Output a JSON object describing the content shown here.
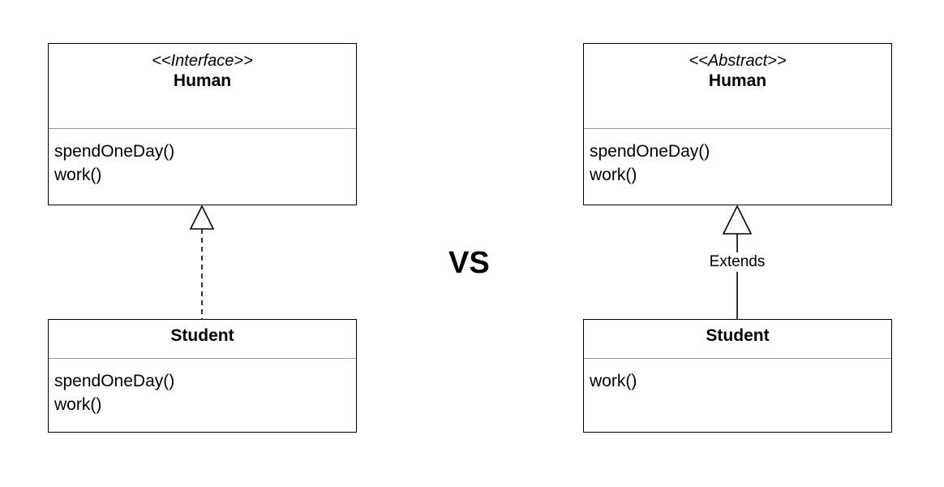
{
  "left": {
    "parent": {
      "stereotype": "<<Interface>>",
      "name": "Human",
      "methods": [
        "spendOneDay()",
        "work()"
      ]
    },
    "child": {
      "name": "Student",
      "methods": [
        "spendOneDay()",
        "work()"
      ]
    },
    "relation": "realization"
  },
  "separator": "VS",
  "right": {
    "parent": {
      "stereotype": "<<Abstract>>",
      "name": "Human",
      "methods": [
        "spendOneDay()",
        "work()"
      ]
    },
    "child": {
      "name": "Student",
      "methods": [
        "work()"
      ]
    },
    "relation": "generalization",
    "relation_label": "Extends"
  }
}
